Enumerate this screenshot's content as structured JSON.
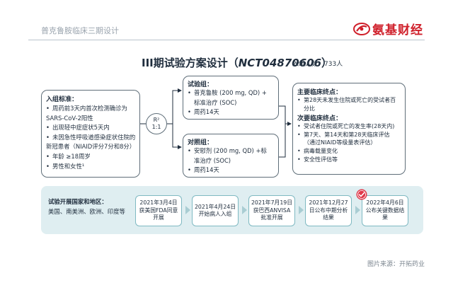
{
  "header": {
    "title": "普克鲁胺临床三期设计",
    "logo_text": "氨基财经",
    "brand_color": "#cf1f2a"
  },
  "trial": {
    "title_prefix": "III期试验方案设计（",
    "title_code": "NCT04870606",
    "title_suffix": "）",
    "enrollment": "入组人数：733人"
  },
  "inclusion": {
    "heading": "入组标准：",
    "items": [
      "周药前3天内首次检测确诊为",
      "SARS-CoV-2阳性",
      "出现轻中症症状5天内",
      "未因急性呼吸道感染症状住院的",
      "新冠患者（NIAID评分7分和8分）",
      "年龄 ≥18周岁",
      "男性和女性¹"
    ]
  },
  "randomization": {
    "label": "R²",
    "ratio": "1:1"
  },
  "arms": {
    "treatment": {
      "heading": "试验组：",
      "items": [
        "普克鲁胺 (200 mg, QD) +",
        "标准治疗 (SOC)",
        "周药14天"
      ]
    },
    "control": {
      "heading": "对照组：",
      "items": [
        "安慰剂 (200 mg, QD) +标",
        "准治疗 (SOC)",
        "周药14天"
      ]
    }
  },
  "endpoints": {
    "primary_heading": "主要临床终点：",
    "primary_items": [
      "第28天未发生住院或死亡的受试者百分比"
    ],
    "secondary_heading": "次要临床终点：",
    "secondary_items": [
      "受试者住院或死亡的发生率(28天内)",
      "第7天、第14天和第28天临床评估（通过NIAID等级量表评估）",
      "病毒载量变化",
      "安全性评估等"
    ]
  },
  "timeline": {
    "label_heading": "试验开展国家和地区：",
    "label_body": "美国、南美洲、欧洲、印度等",
    "accent_color": "#7fb9c2",
    "milestones": [
      "2021年3月4日获美国FDA同意开展",
      "2021年4月24日开始病人入组",
      "2021年7月19日获巴西ANVISA批准开展",
      "2021年12月27日公布中期分析结果",
      "2022年4月6日公布关键数据结果"
    ],
    "completed_icon": "check-circle-icon"
  },
  "source": "图片来源：开拓药业"
}
